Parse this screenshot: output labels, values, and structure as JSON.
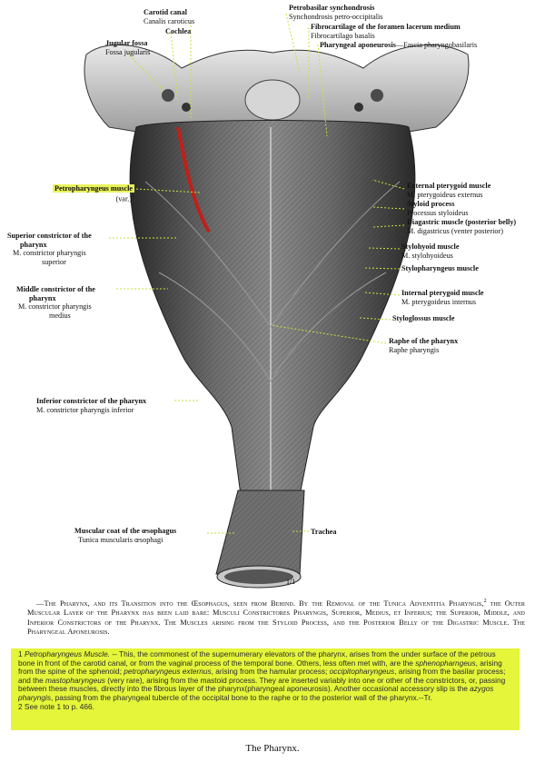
{
  "labels": {
    "carotid_canal": {
      "en": "Carotid canal",
      "la": "Canalis caroticus"
    },
    "cochlea": {
      "en": "Cochlea"
    },
    "jugular_fossa": {
      "en": "Jugular fossa",
      "la": "Fossa jugularis"
    },
    "petrobasilar": {
      "en": "Petrobasilar synchondrosis",
      "la": "Synchondrosis petro-occipitalis"
    },
    "fibrocartilage": {
      "en": "Fibrocartilage of the foramen lacerum medium",
      "la": "Fibrocartilago basalis"
    },
    "pharyngeal_aponeurosis": {
      "en": "Pharyngeal aponeurosis",
      "la": "—Fascia pharyngobasilaris"
    },
    "petropharyngeus": {
      "en": "Petropharyngeus muscle",
      "la": "(var.)",
      "sup": "1"
    },
    "superior_constrictor": {
      "en1": "Superior constrictor of the",
      "en2": "pharynx",
      "la1": "M. constrictor pharyngis",
      "la2": "superior"
    },
    "middle_constrictor": {
      "en1": "Middle constrictor of the",
      "en2": "pharynx",
      "la1": "M. constrictor pharyngis",
      "la2": "medius"
    },
    "inferior_constrictor": {
      "en": "Inferior constrictor of the pharynx",
      "la": "M. constrictor pharyngis inferior"
    },
    "muscular_coat": {
      "en": "Muscular coat of the œsophagus",
      "la": "Tunica muscularis œsophagi"
    },
    "trachea": {
      "en": "Trachea"
    },
    "external_pterygoid": {
      "en": "External pterygoid muscle",
      "la": "M. pterygoideus externus"
    },
    "styloid_process": {
      "en": "Styloid process",
      "la": "Processus styloideus"
    },
    "digastric": {
      "en": "Diagastric muscle (posterior belly)",
      "la": "M. digastricus (venter posterior)"
    },
    "stylohyoid": {
      "en": "Stylohyoid muscle",
      "la": "M. stylohyoideus"
    },
    "stylopharyngeus": {
      "en": "Stylopharyngeus muscle"
    },
    "internal_pterygoid": {
      "en": "Internal pterygoid muscle",
      "la": "M. pterygoideus internus"
    },
    "styloglossus": {
      "en": "Styloglossus muscle"
    },
    "raphe": {
      "en": "Raphe of the pharynx",
      "la": "Raphe pharyngis"
    }
  },
  "scale": "1/1",
  "caption": {
    "intro": "—The Pharynx, and its Transition into the Œsophagus, seen from Behind.  By the Removal of the Tunica Adventitia Pharyngis,",
    "sup": "2",
    "rest": " the Outer Muscular Layer of the Pharynx has been laid bare: Musculi Constrictores Pharyngis, Superior, Medius, et Inferius; the Superior, Middle, and Inferior Constrictors of the Pharynx.  The Muscles arising from the Styloid Process, and the Posterior Belly of the Digastric Muscle.  The Pharyngeal Aponeurosis."
  },
  "notes": {
    "n1_num": "1",
    "n1_term": "Petropharyngeus Muscle.",
    "n1_a": " -- This, the commonest of the supernumerary elevators of the pharynx, arises from the under surface of the petrous bone in front of the carotid canal, or from the vaginal process of the temporal bone. Others, less often met with, are the ",
    "n1_b": "sphenopharngeus",
    "n1_c": ", arising from the spine of the sphenoid; ",
    "n1_d": "petropharyngeus externus",
    "n1_e": ", arising from the hamular process; ",
    "n1_f": "occipitopharyngeus",
    "n1_g": ", arising from the basilar process; and the ",
    "n1_h": "mastopharyngeus",
    "n1_i": " (very rare), arising from the mastoid process. They are inserted variably into one or other of the constrictors, or, passing between these muscles, directly into the fibrous layer of the pharynx(pharyngeal aponeurosis).  Another occasional accessory slip is the ",
    "n1_j": "azygos pharyngis",
    "n1_k": ", passing from the pharyngeal tubercle of the occipital bone to the raphe or to the posterior wall of the pharynx.--Tr.",
    "n2": "2 See note 1 to p. 466."
  },
  "title": "The Pharynx.",
  "colors": {
    "highlight": "#e4f53a",
    "leader": "#c6e33a",
    "artery": "#c0201a",
    "muscle": "#4a4a4a"
  }
}
